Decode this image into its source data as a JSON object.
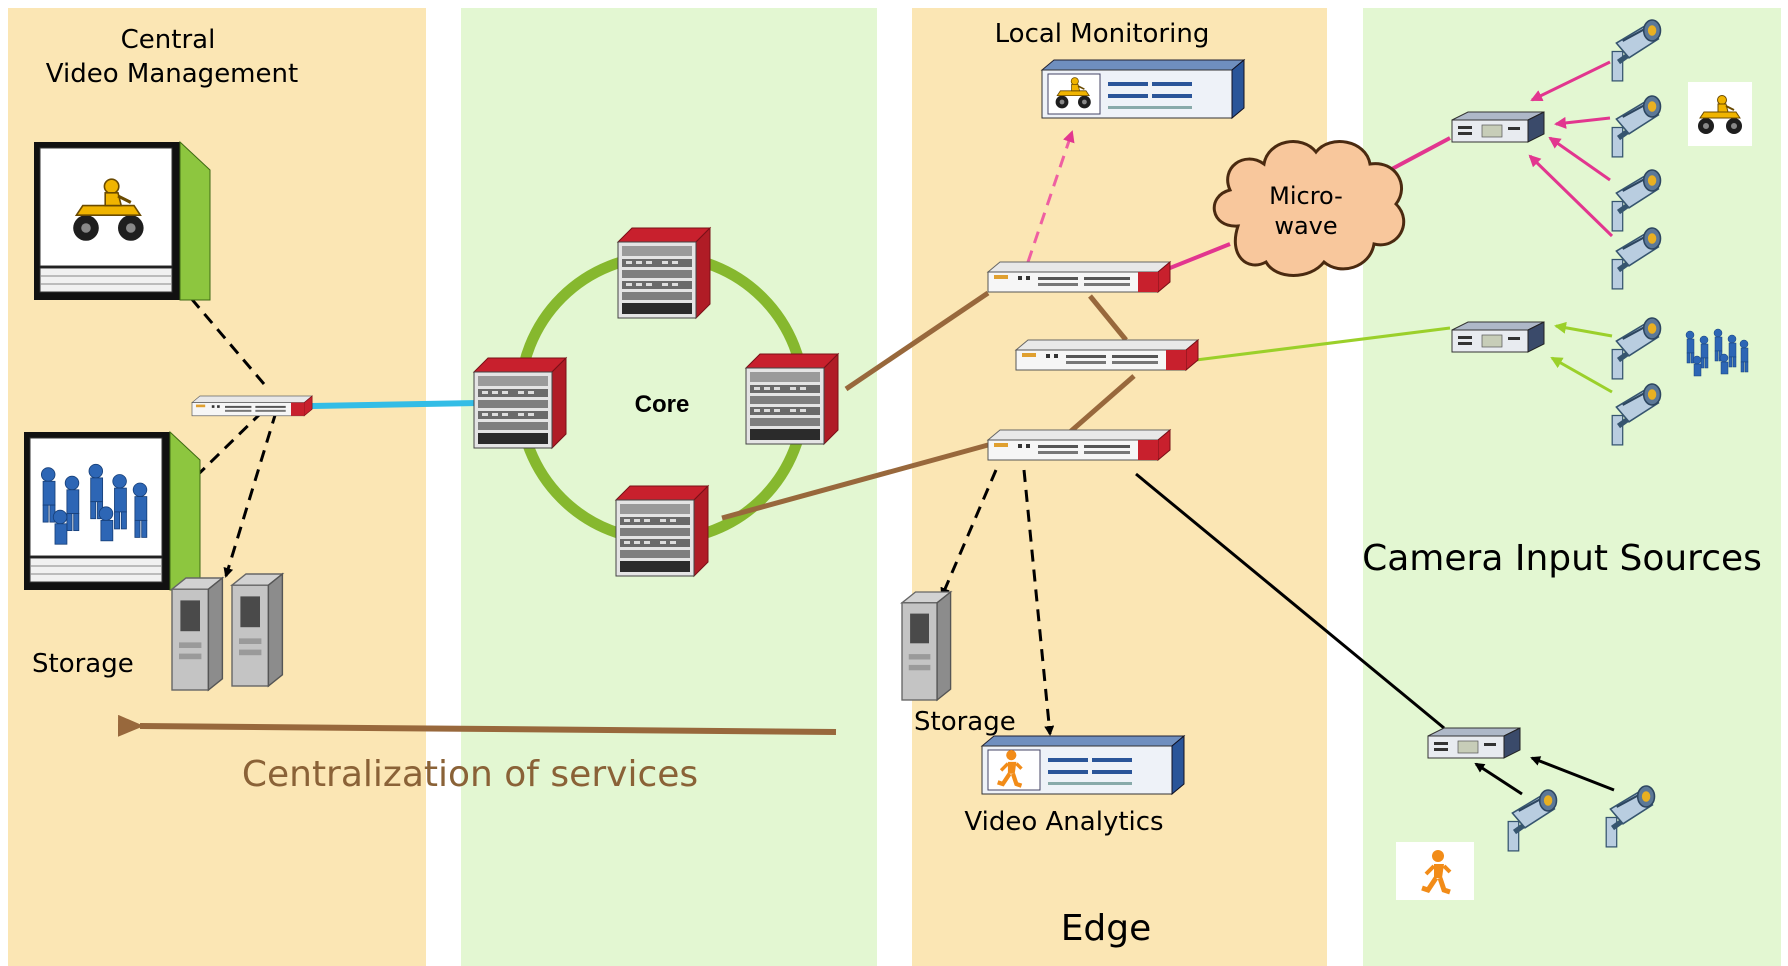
{
  "labels": {
    "central_video_management_line1": "Central",
    "central_video_management_line2": "Video Management",
    "storage_central": "Storage",
    "core": "Core",
    "local_monitoring": "Local Monitoring",
    "microwave_line1": "Micro-",
    "microwave_line2": "wave",
    "camera_input_sources": "Camera Input Sources",
    "storage_edge": "Storage",
    "video_analytics": "Video Analytics",
    "edge": "Edge",
    "centralization": "Centralization of services"
  },
  "colors": {
    "zone_tan": "#fbe6b4",
    "zone_green": "#e3f7d2",
    "core_ring": "#86b82e",
    "brown_link": "#98683c",
    "cyan_link": "#33bde6",
    "pink_link": "#e2368f",
    "lime_link": "#9bd02a",
    "router_red": "#c8202d",
    "cloud": "#f8c79c",
    "centralization_text": "#8a6237"
  },
  "icons": {
    "router": "router-icon",
    "core_switch": "chassis-switch-icon",
    "encoder": "video-encoder-icon",
    "camera": "cctv-camera-icon",
    "server": "tower-server-icon",
    "monitor": "video-monitor-icon",
    "cloud": "microwave-cloud-icon"
  }
}
